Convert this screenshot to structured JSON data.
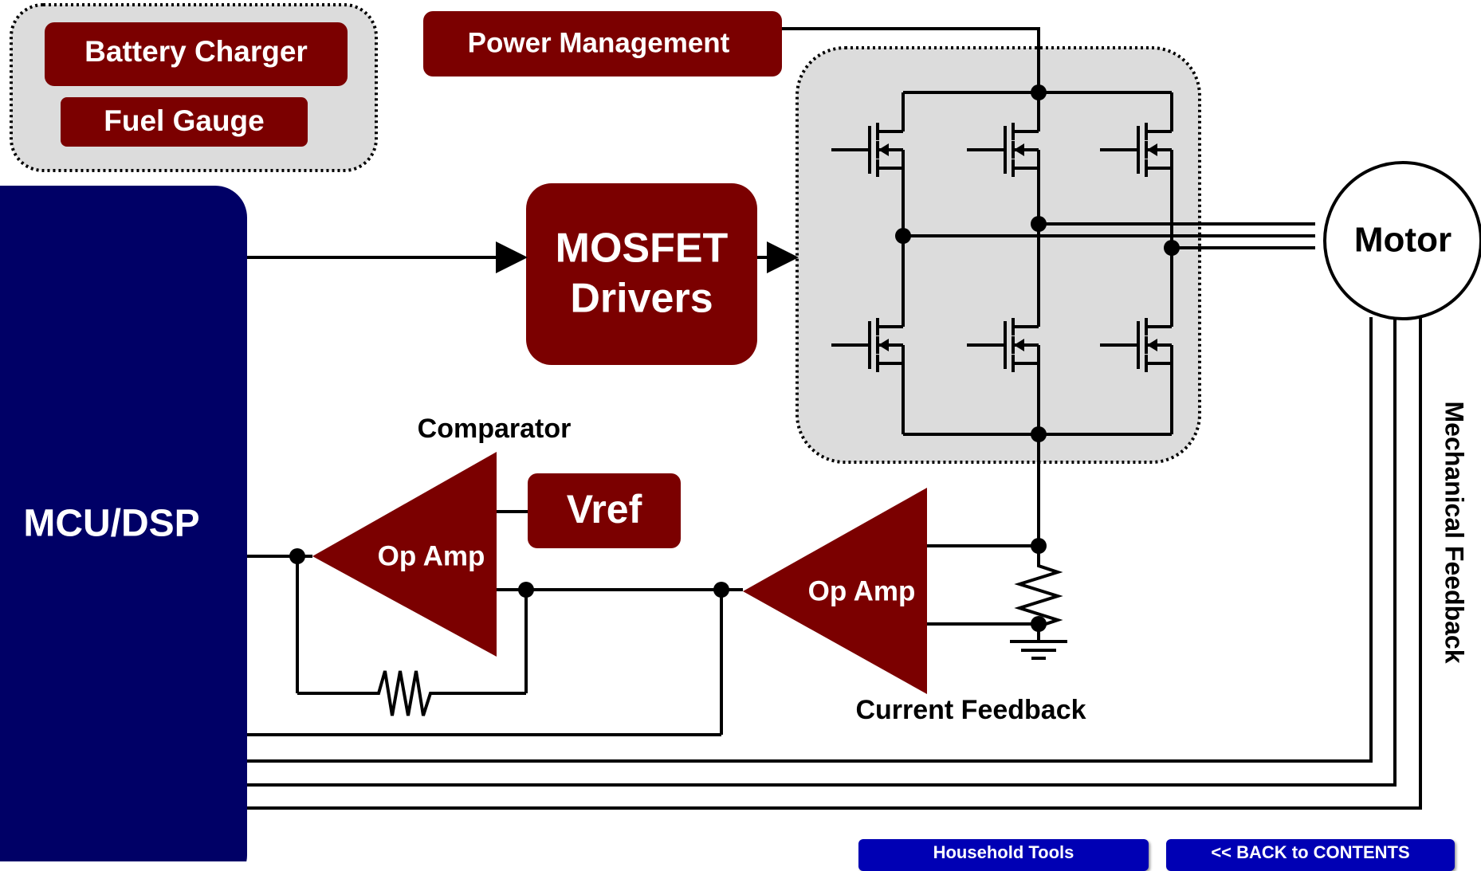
{
  "blocks": {
    "battery_charger": "Battery Charger",
    "fuel_gauge": "Fuel Gauge",
    "power_management": "Power Management",
    "mosfet_drivers_line1": "MOSFET",
    "mosfet_drivers_line2": "Drivers",
    "mcu_dsp": "MCU/DSP",
    "motor": "Motor",
    "vref": "Vref",
    "op_amp_comparator": "Op Amp",
    "op_amp_current": "Op Amp"
  },
  "labels": {
    "comparator": "Comparator",
    "current_feedback": "Current Feedback",
    "mechanical_feedback": "Mechanical Feedback"
  },
  "nav": {
    "household_tools": "Household Tools",
    "back_to_contents": "<< BACK to CONTENTS"
  },
  "colors": {
    "block_red": "#7b0000",
    "mcu_navy": "#000066",
    "nav_blue": "#0000b4",
    "group_gray": "#dcdcdc"
  }
}
